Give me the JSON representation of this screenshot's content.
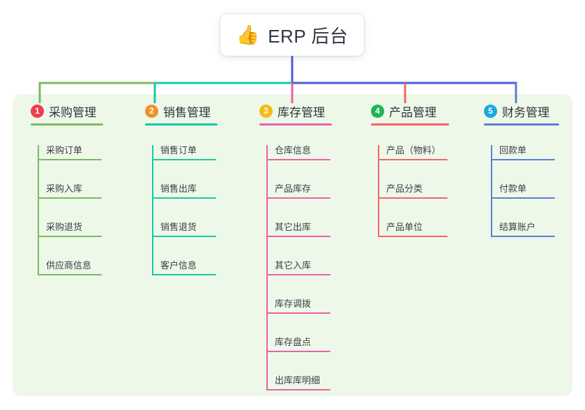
{
  "root": {
    "icon": "thumbs-up-icon",
    "emoji": "👍",
    "title": "ERP 后台"
  },
  "theme": {
    "page_bg": "#ffffff",
    "panel_bg": "#eef8e9",
    "text": "#2f3640",
    "leaf_text": "#3a3f47",
    "root_stem": "#4f5bd5"
  },
  "columns": [
    {
      "number": "1",
      "title": "采购管理",
      "badge_color": "#ef3b52",
      "line_color": "#7cb85f",
      "leaves": [
        "采购订单",
        "采购入库",
        "采购退货",
        "供应商信息"
      ]
    },
    {
      "number": "2",
      "title": "销售管理",
      "badge_color": "#f0902b",
      "line_color": "#16c9a7",
      "leaves": [
        "销售订单",
        "销售出库",
        "销售退货",
        "客户信息"
      ]
    },
    {
      "number": "3",
      "title": "库存管理",
      "badge_color": "#f5bb16",
      "line_color": "#ec5fa8",
      "leaves": [
        "仓库信息",
        "产品库存",
        "其它出库",
        "其它入库",
        "库存调拨",
        "库存盘点",
        "出库库明细"
      ]
    },
    {
      "number": "4",
      "title": "产品管理",
      "badge_color": "#20b357",
      "line_color": "#f2646a",
      "leaves": [
        "产品（物料）",
        "产品分类",
        "产品单位"
      ]
    },
    {
      "number": "5",
      "title": "财务管理",
      "badge_color": "#19a8e0",
      "line_color": "#5b7fd4",
      "leaves": [
        "回款单",
        "付款单",
        "结算账户"
      ]
    }
  ]
}
